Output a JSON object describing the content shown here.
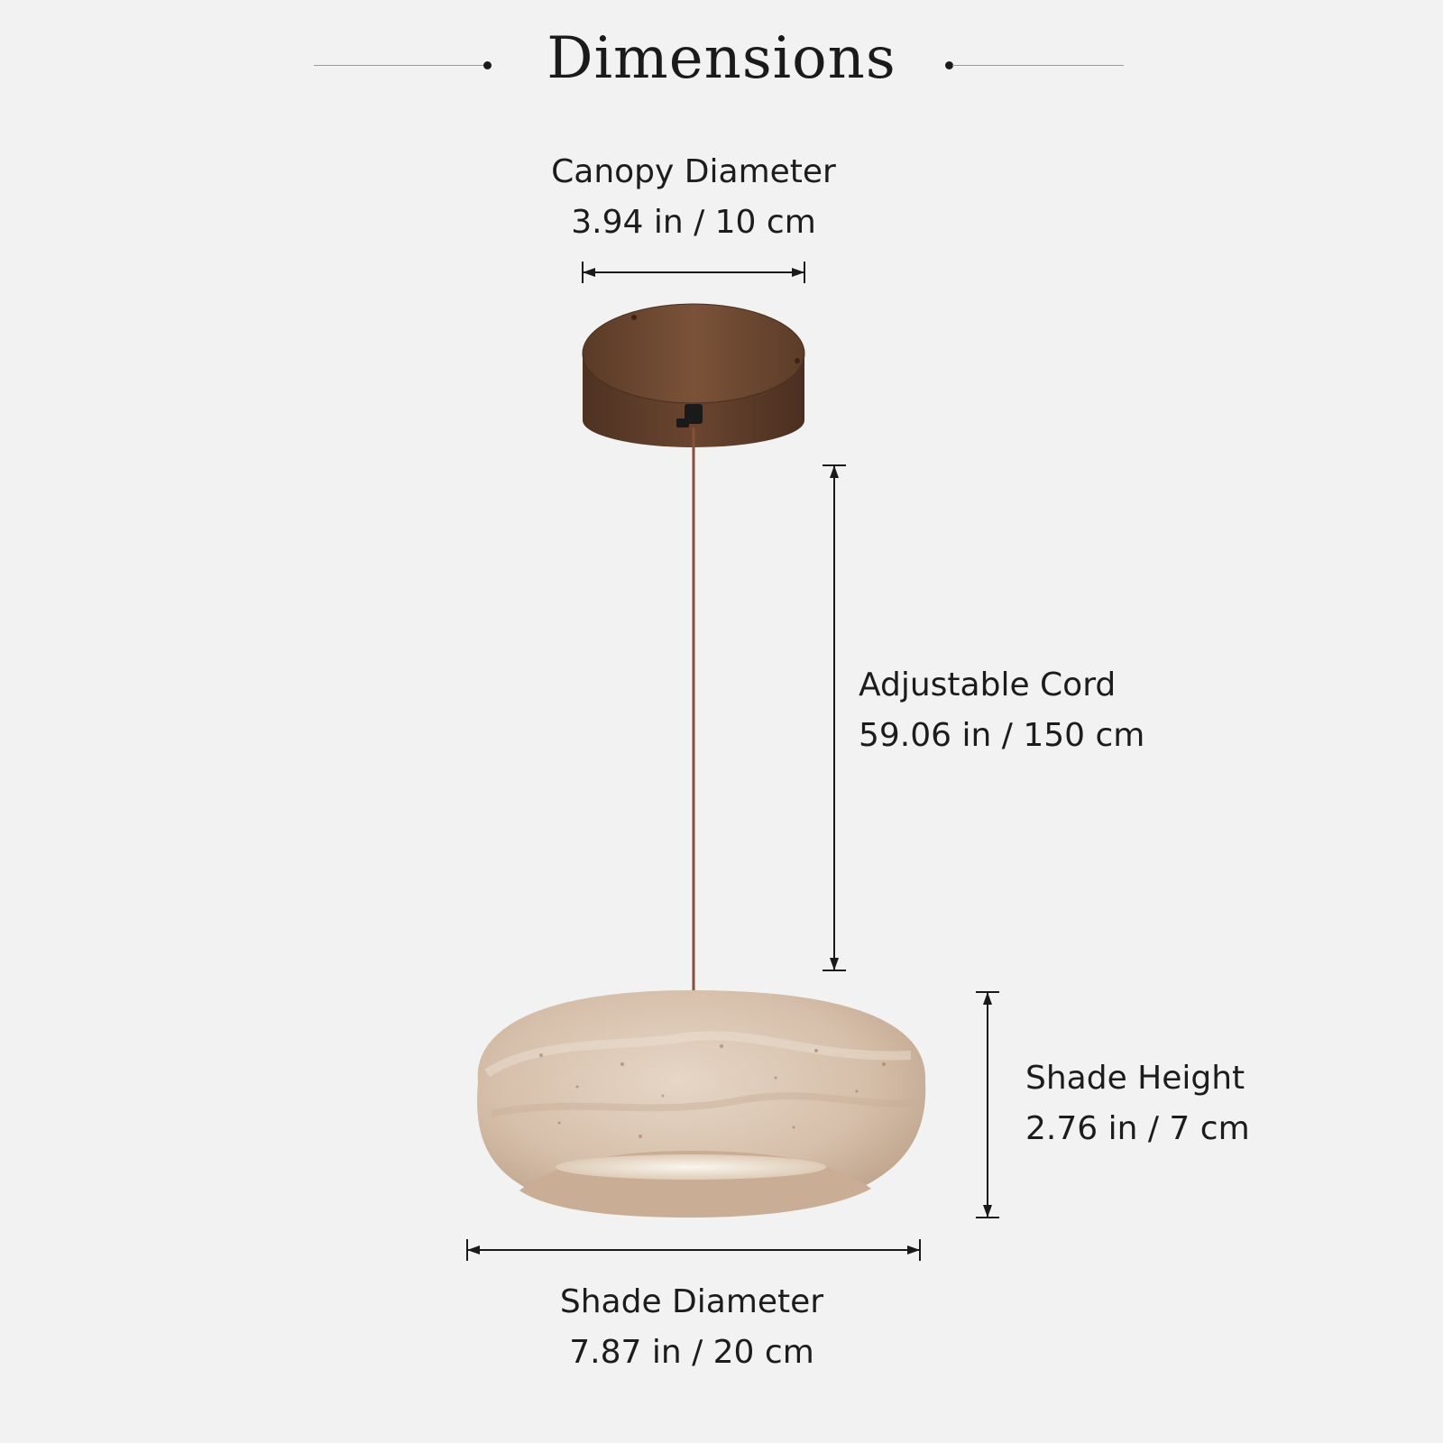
{
  "title": "Dimensions",
  "dimensions": {
    "canopy": {
      "label": "Canopy Diameter",
      "value": "3.94 in / 10 cm"
    },
    "cord": {
      "label": "Adjustable Cord",
      "value": "59.06 in / 150 cm"
    },
    "shade_height": {
      "label": "Shade Height",
      "value": "2.76 in / 7 cm"
    },
    "shade_diameter": {
      "label": "Shade Diameter",
      "value": "7.87 in / 20 cm"
    }
  },
  "colors": {
    "background": "#f2f2f2",
    "wood": "#6e4a33",
    "cord": "#8a4f36",
    "stone": "#d8c2ae"
  }
}
